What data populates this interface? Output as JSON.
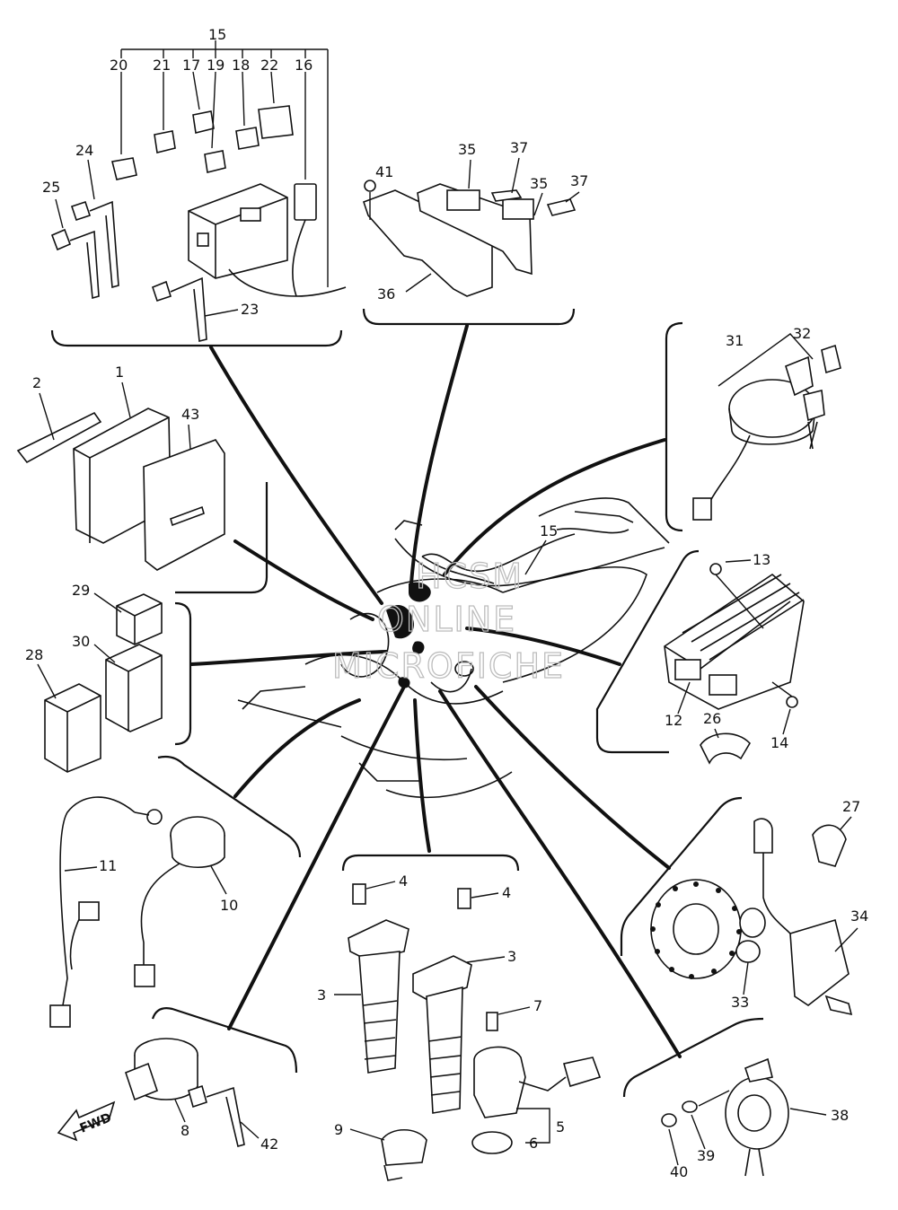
{
  "diagram": {
    "watermark": [
      "HCSM",
      "ONLINE",
      "MICROFICHE"
    ],
    "fwd_label": "FWD",
    "callouts": [
      "15",
      "20",
      "21",
      "17",
      "19",
      "18",
      "22",
      "16",
      "24",
      "25",
      "23",
      "35",
      "37",
      "41",
      "35",
      "37",
      "36",
      "31",
      "32",
      "2",
      "1",
      "43",
      "15",
      "13",
      "29",
      "30",
      "28",
      "12",
      "26",
      "14",
      "11",
      "10",
      "27",
      "34",
      "4",
      "4",
      "3",
      "3",
      "33",
      "7",
      "5",
      "6",
      "9",
      "8",
      "42",
      "38",
      "39",
      "40"
    ]
  }
}
